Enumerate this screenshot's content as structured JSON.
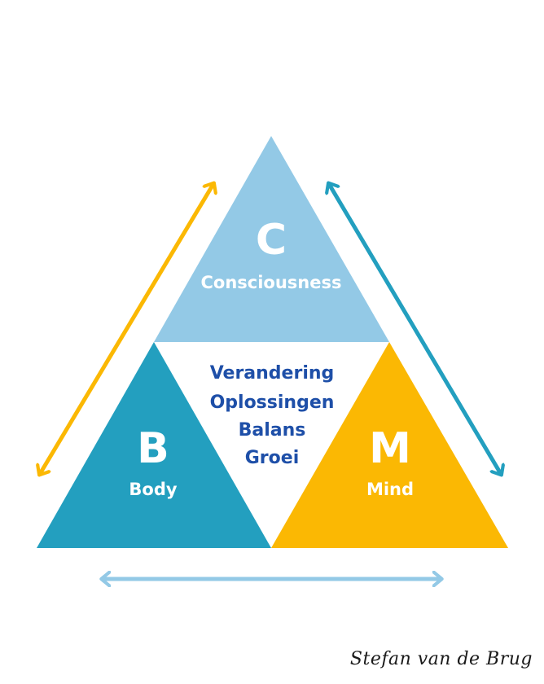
{
  "colors": {
    "consciousness": "#93c9e6",
    "body": "#239fbf",
    "mind": "#fbb803",
    "center": "#ffffff",
    "center_text": "#1e4fa8",
    "arrow_left": "#fbb803",
    "arrow_right": "#239fbf",
    "arrow_bottom": "#93c9e6"
  },
  "consciousness": {
    "letter": "C",
    "label": "Consciousness"
  },
  "body": {
    "letter": "B",
    "label": "Body"
  },
  "mind": {
    "letter": "M",
    "label": "Mind"
  },
  "center": {
    "words": [
      "Verandering",
      "Oplossingen",
      "Balans",
      "Groei"
    ]
  },
  "signature": "Stefan van de Brug"
}
